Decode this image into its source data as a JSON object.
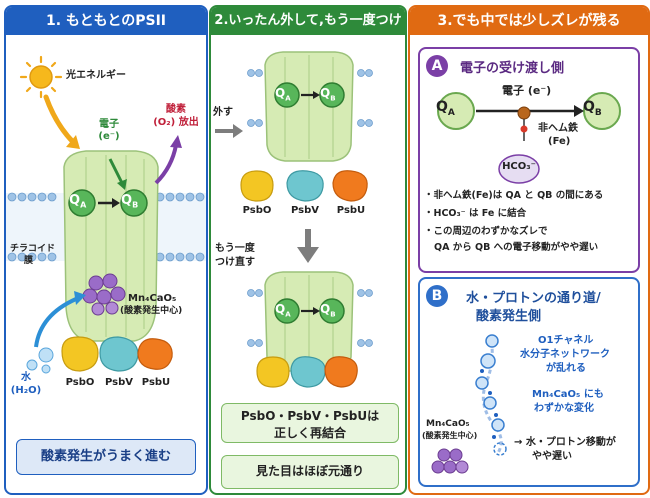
{
  "panel1": {
    "title": "1. もともとのPSII",
    "light": "光エネルギー",
    "electron": "電子",
    "electron_sym": "(e⁻)",
    "oxygen": "酸素",
    "oxygen_out": "(O₂) 放出",
    "qa": "Q",
    "qa_sub": "A",
    "qb": "Q",
    "qb_sub": "B",
    "membrane": "チラコイド",
    "membrane2": "膜",
    "cluster": "Mn₄CaO₅",
    "cluster_note": "(酸素発生中心)",
    "water": "水",
    "water_sym": "(H₂O)",
    "psbo": "PsbO",
    "psbv": "PsbV",
    "psbu": "PsbU",
    "summary": "酸素発生がうまく進む"
  },
  "panel2": {
    "title": "2.いったん外して,もう一度つけ直す",
    "remove": "外す",
    "reattach": "もう一度",
    "reattach2": "つけ直す",
    "psbo": "PsbO",
    "psbv": "PsbV",
    "psbu": "PsbU",
    "qa": "Q",
    "qa_sub": "A",
    "qb": "Q",
    "qb_sub": "B",
    "note1_line1": "PsbO・PsbV・PsbUは",
    "note1_line2": "正しく再結合",
    "note2": "見た目はほぼ元通り"
  },
  "panel3": {
    "title": "3.でも中では少しズレが残る",
    "a_badge": "A",
    "a_title": "電子の受け渡し側",
    "a_electron": "電子 (e⁻)",
    "a_qa": "Q",
    "a_qa_sub": "A",
    "a_qb": "Q",
    "a_qb_sub": "B",
    "a_fe": "非ヘム鉄",
    "a_fe2": "(Fe)",
    "a_hco3": "HCO₃⁻",
    "bullets": [
      "・非ヘム鉄(Fe)は QA と QB の間にある",
      "・HCO₃⁻ は Fe に結合",
      "・この周辺のわずかなズレで",
      "QA から QB への電子移動がやや遅い"
    ],
    "b_badge": "B",
    "b_title1": "水・プロトンの通り道/",
    "b_title2": "酸素発生側",
    "b_line1": "O1チャネル",
    "b_line2": "水分子ネットワーク",
    "b_line3": "が乱れる",
    "b_line4": "Mn₄CaO₅ にも",
    "b_line5": "わずかな変化",
    "b_line6": "→ 水・プロトン移動が",
    "b_line7": "やや遅い",
    "b_cluster": "Mn₄CaO₅",
    "b_cluster_note": "(酸素発生中心)"
  },
  "colors": {
    "blue": "#1f5fbf",
    "green": "#2e8a3a",
    "orange": "#e06a12",
    "purple": "#7b3fa6",
    "protein": "#d6ebb4",
    "psbo": "#f3c623",
    "psbv": "#6ec6cf",
    "psbu": "#f07a1e"
  }
}
